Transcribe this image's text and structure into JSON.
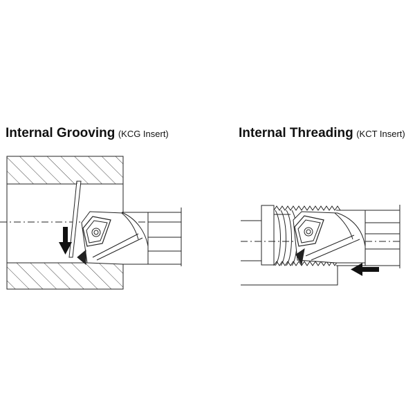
{
  "left_panel": {
    "title": "Internal Grooving",
    "subtitle": "(KCG Insert)",
    "icons": [
      "hatched-workpiece",
      "grooving-insert",
      "down-arrow-icon",
      "boring-bar"
    ]
  },
  "right_panel": {
    "title": "Internal Threading",
    "subtitle": "(KCT Insert)",
    "icons": [
      "threaded-workpiece",
      "threading-insert",
      "left-arrow-icon",
      "boring-bar"
    ]
  },
  "colors": {
    "ink": "#222222",
    "insert_fill": "#ffffff",
    "hatch": "#444444"
  }
}
